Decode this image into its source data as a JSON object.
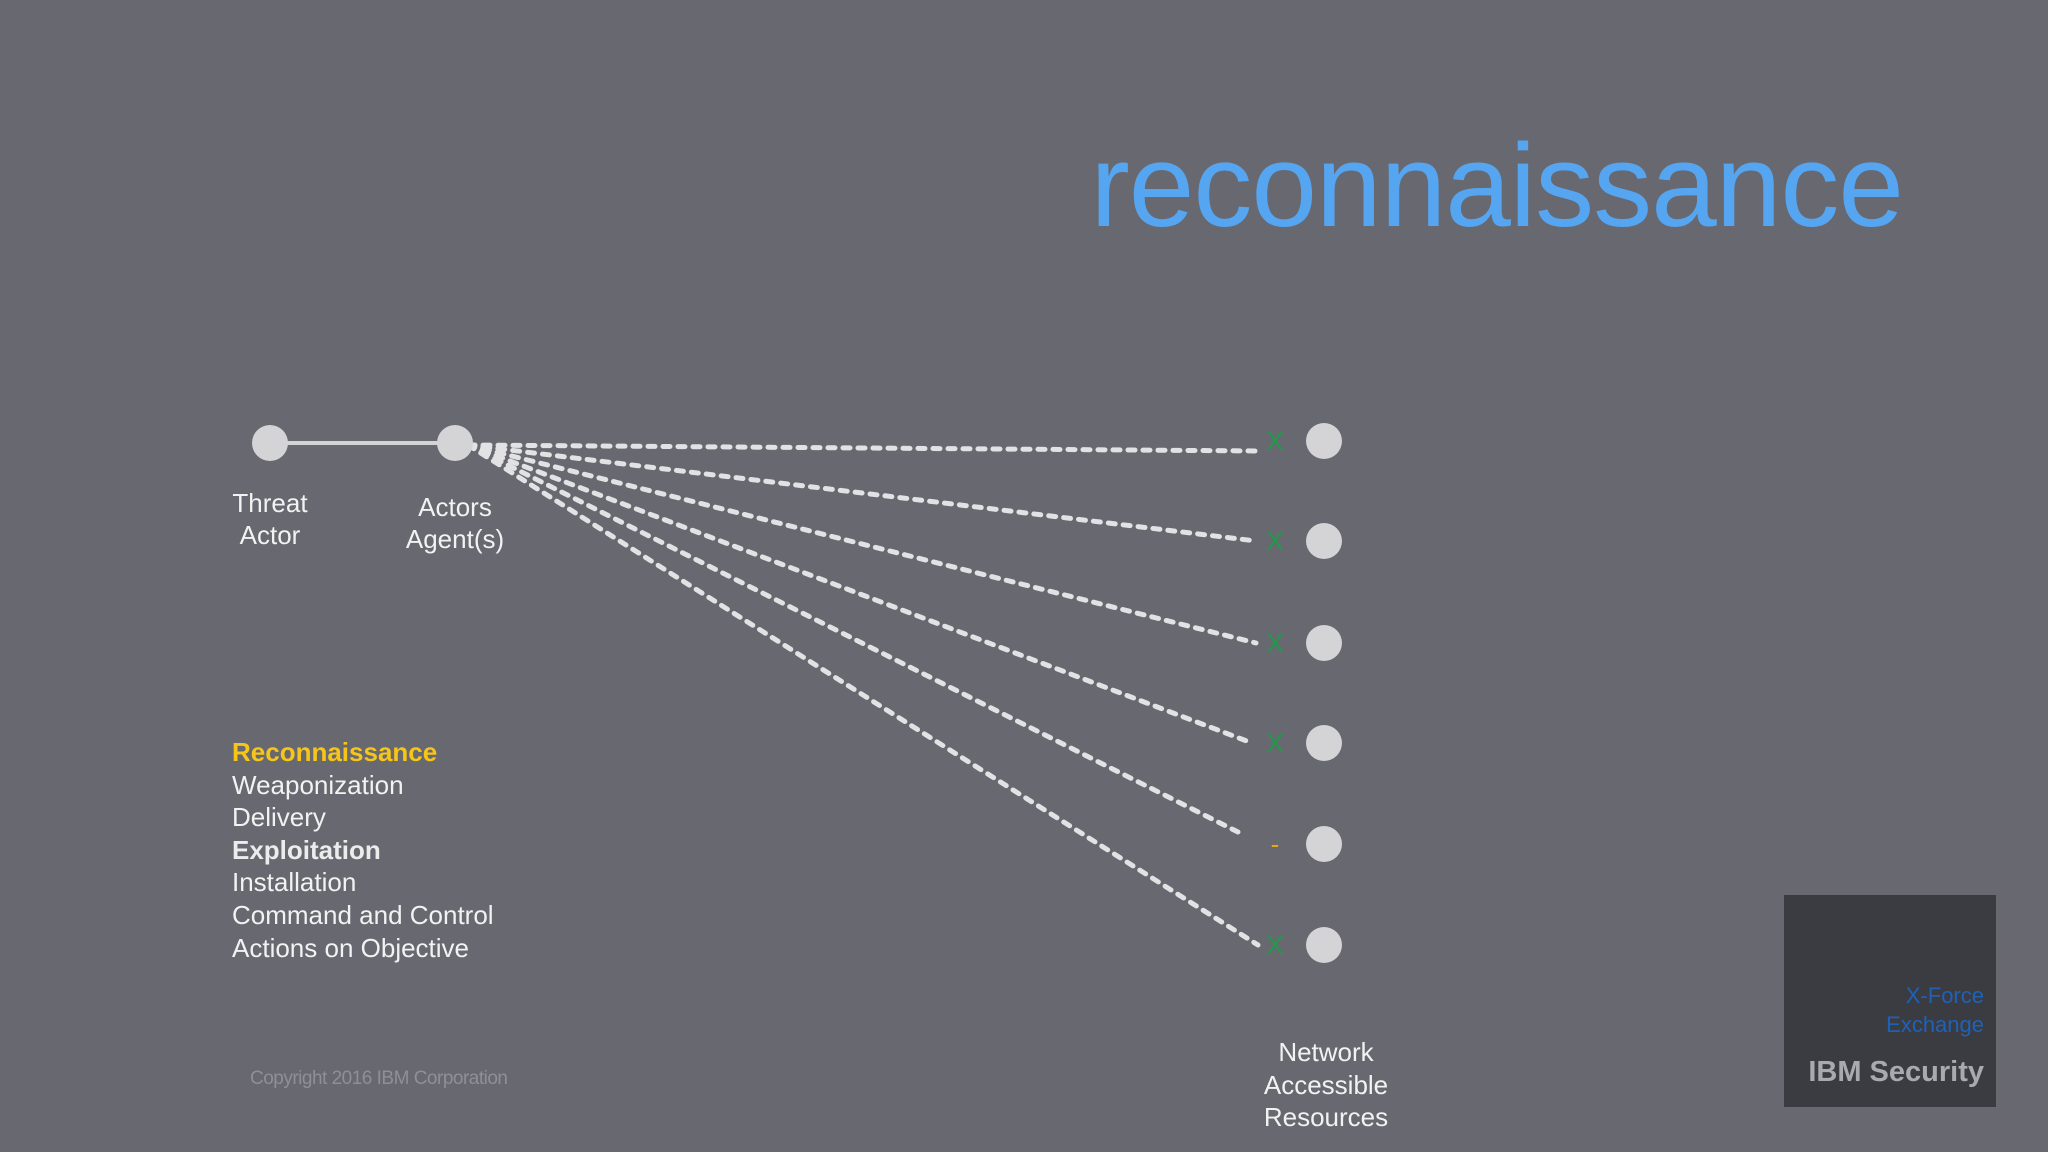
{
  "slide": {
    "title": "reconnaissance"
  },
  "nodes": {
    "threat_actor": {
      "line1": "Threat",
      "line2": "Actor"
    },
    "actors_agents": {
      "line1": "Actors",
      "line2": "Agent(s)"
    }
  },
  "targets": [
    {
      "mark": "X",
      "status": "blocked"
    },
    {
      "mark": "X",
      "status": "blocked"
    },
    {
      "mark": "X",
      "status": "blocked"
    },
    {
      "mark": "X",
      "status": "blocked"
    },
    {
      "mark": "-",
      "status": "open"
    },
    {
      "mark": "X",
      "status": "blocked"
    }
  ],
  "network_label": {
    "line1": "Network",
    "line2": "Accessible",
    "line3": "Resources"
  },
  "kill_chain": [
    {
      "label": "Reconnaissance",
      "state": "current"
    },
    {
      "label": "Weaponization",
      "state": "normal"
    },
    {
      "label": "Delivery",
      "state": "normal"
    },
    {
      "label": "Exploitation",
      "state": "emphasized"
    },
    {
      "label": "Installation",
      "state": "normal"
    },
    {
      "label": "Command and Control",
      "state": "normal"
    },
    {
      "label": "Actions on Objective",
      "state": "normal"
    }
  ],
  "footer": {
    "copyright": "Copyright 2016 IBM Corporation"
  },
  "brand": {
    "xforce_line1": "X-Force",
    "xforce_line2": "Exchange",
    "company": "IBM Security"
  },
  "colors": {
    "background": "#676870",
    "title": "#55a5f1",
    "node": "#d4d4d6",
    "blocked_mark": "#1f9a4a",
    "open_mark": "#e8a614",
    "current_stage": "#f5c518",
    "brand_box": "#3b3c42"
  }
}
